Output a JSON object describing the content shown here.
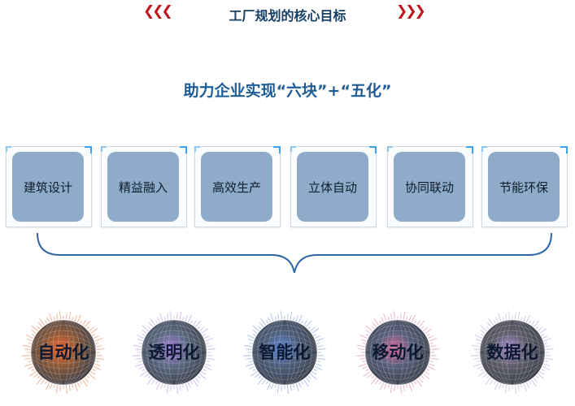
{
  "header": {
    "left_chevrons": "❮❮❮",
    "title": "工厂规划的核心目标",
    "right_chevrons": "❯❯❯",
    "accent_color": "#c0141c"
  },
  "subtitle": "助力企业实现“六块”+“五化”",
  "six_blocks": [
    "建筑设计",
    "精益融入",
    "高效生产",
    "立体自动",
    "协同联动",
    "节能环保"
  ],
  "five_modernizations": [
    {
      "label": "自动化",
      "color": "#8a5a3a",
      "glow": "#e8551a"
    },
    {
      "label": "透明化",
      "color": "#5b6a80",
      "glow": "#9a70d8"
    },
    {
      "label": "智能化",
      "color": "#4d5f7a",
      "glow": "#4f7ad0"
    },
    {
      "label": "移动化",
      "color": "#56607a",
      "glow": "#d05a90"
    },
    {
      "label": "数据化",
      "color": "#5e5e6a",
      "glow": "#a080c8"
    }
  ]
}
